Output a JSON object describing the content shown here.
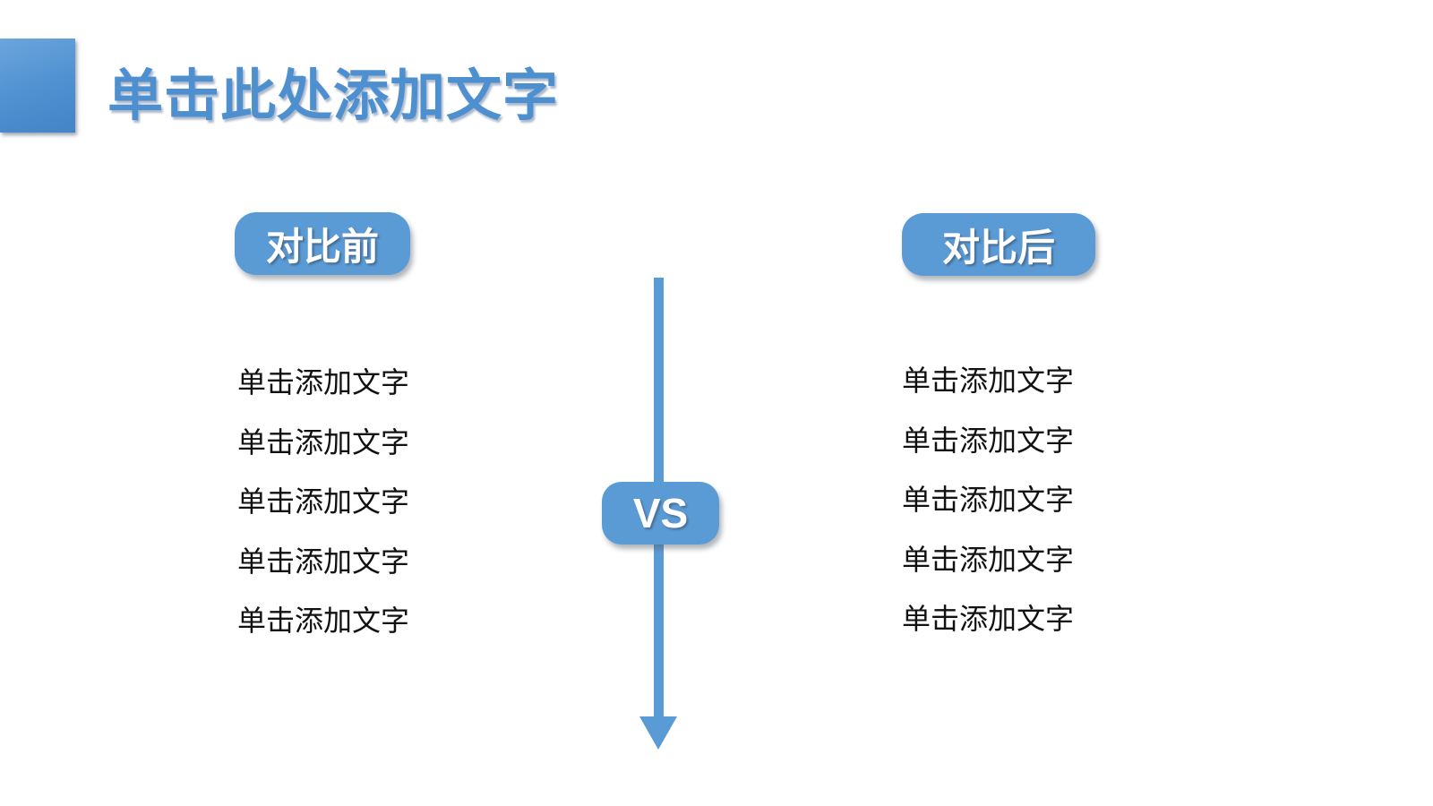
{
  "slide": {
    "title": "单击此处添加文字",
    "vs_label": "VS",
    "left_panel": {
      "badge": "对比前",
      "items": [
        "单击添加文字",
        "单击添加文字",
        "单击添加文字",
        "单击添加文字",
        "单击添加文字"
      ]
    },
    "right_panel": {
      "badge": "对比后",
      "items": [
        "单击添加文字",
        "单击添加文字",
        "单击添加文字",
        "单击添加文字",
        "单击添加文字"
      ]
    },
    "colors": {
      "accent_blue": "#5b9bd5",
      "title_blue": "#4e8fd0",
      "square_gradient_light": "#6ba5dd",
      "square_gradient_dark": "#4484c6",
      "body_text": "#111111",
      "background": "#ffffff"
    }
  }
}
